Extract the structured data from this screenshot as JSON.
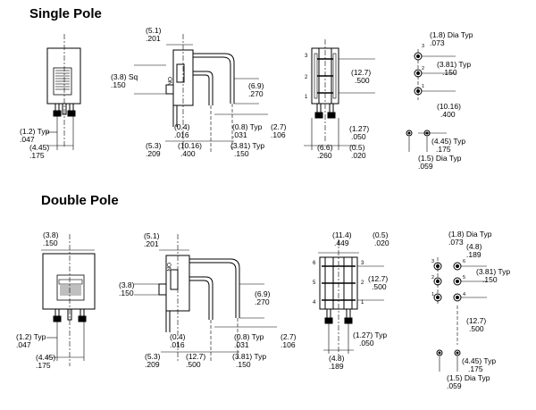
{
  "headings": {
    "single": "Single Pole",
    "double": "Double Pole"
  },
  "on_label": "ON",
  "single": {
    "front": {
      "d_12": "(1.2) Typ",
      "d_047": ".047",
      "d_445": "(4.45)",
      "d_175": ".175"
    },
    "side": {
      "d_51": "(5.1)",
      "d_201": ".201",
      "d_38sq": "(3.8) Sq",
      "d_150": ".150",
      "d_69": "(6.9)",
      "d_270": ".270",
      "d_04": "(0.4)",
      "d_016": ".016",
      "d_08typ": "(0.8) Typ",
      "d_031": ".031",
      "d_27": "(2.7)",
      "d_106": ".106",
      "d_53": "(5.3)",
      "d_209": ".209",
      "d_1016": "(10.16)",
      "d_400": ".400",
      "d_381typ": "(3.81) Typ",
      "d_150b": ".150"
    },
    "rear": {
      "pin_3": "3",
      "pin_2": "2",
      "pin_1": "1",
      "d_127": "(12.7)",
      "d_500": ".500",
      "d_127b": "(1.27)",
      "d_050": ".050",
      "d_66": "(6.6)",
      "d_260": ".260",
      "d_05": "(0.5)",
      "d_020": ".020"
    },
    "pcb": {
      "pin_3": "3",
      "pin_2": "2",
      "pin_1": "1",
      "d_18": "(1.8) Dia Typ",
      "d_073": ".073",
      "d_381typ": "(3.81) Typ",
      "d_150": ".150",
      "d_1016": "(10.16)",
      "d_400": ".400",
      "d_445typ": "(4.45) Typ",
      "d_175": ".175",
      "d_15": "(1.5) Dia Typ",
      "d_059": ".059"
    }
  },
  "double": {
    "front": {
      "d_38": "(3.8)",
      "d_150": ".150",
      "d_12": "(1.2) Typ",
      "d_047": ".047",
      "d_445": "(4.45)",
      "d_175": ".175"
    },
    "side": {
      "d_51": "(5.1)",
      "d_201": ".201",
      "d_38": "(3.8)",
      "d_150": ".150",
      "d_69": "(6.9)",
      "d_270": ".270",
      "d_04": "(0.4)",
      "d_016": ".016",
      "d_08typ": "(0.8) Typ",
      "d_031": ".031",
      "d_27": "(2.7)",
      "d_106": ".106",
      "d_53": "(5.3)",
      "d_209": ".209",
      "d_127": "(12.7)",
      "d_500": ".500",
      "d_381typ": "(3.81) Typ",
      "d_150b": ".150"
    },
    "rear": {
      "pin_1": "1",
      "pin_2": "2",
      "pin_3": "3",
      "pin_4": "4",
      "pin_5": "5",
      "pin_6": "6",
      "d_114": "(11.4)",
      "d_449": ".449",
      "d_05": "(0.5)",
      "d_020": ".020",
      "d_127": "(12.7)",
      "d_500": ".500",
      "d_127typ": "(1.27) Typ",
      "d_050": ".050",
      "d_48": "(4.8)",
      "d_189": ".189"
    },
    "pcb": {
      "pin_1": "1",
      "pin_2": "2",
      "pin_3": "3",
      "pin_4": "4",
      "pin_5": "5",
      "pin_6": "6",
      "d_18": "(1.8) Dia Typ",
      "d_073": ".073",
      "d_48": "(4.8)",
      "d_189": ".189",
      "d_381typ": "(3.81) Typ",
      "d_150": ".150",
      "d_127": "(12.7)",
      "d_500": ".500",
      "d_445typ": "(4.45) Typ",
      "d_175": ".175",
      "d_15": "(1.5) Dia Typ",
      "d_059": ".059"
    }
  }
}
